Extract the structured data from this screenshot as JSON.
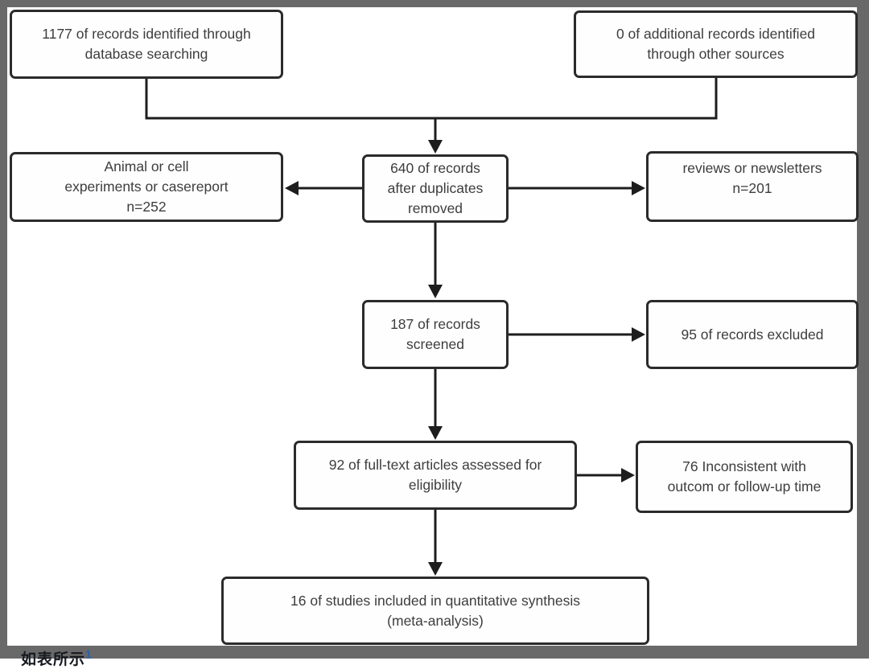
{
  "colors": {
    "frame_gray": "#696969",
    "canvas_white": "#ffffff",
    "box_border": "#2b2b2b",
    "box_text": "#3d3d3d",
    "arrow_black": "#1d1d1d",
    "footnote_ref_blue": "#2b5fa5"
  },
  "diagram": {
    "kind": "flowchart",
    "boxes": {
      "identified_db": {
        "text": "1177 of records identified through\ndatabase searching"
      },
      "identified_other": {
        "text": "0 of additional records identified\nthrough other sources"
      },
      "animal_excluded": {
        "text": "Animal or cell\nexperiments or casereport\nn=252"
      },
      "duplicates_removed": {
        "text": "640 of records\nafter duplicates\nremoved"
      },
      "reviews_excluded": {
        "text": "reviews or newsletters\nn=201"
      },
      "screened": {
        "text": "187 of records\nscreened"
      },
      "records_excluded": {
        "text": "95 of records excluded"
      },
      "fulltext_assessed": {
        "text": "92 of full-text articles assessed for\neligibility"
      },
      "inconsistent_excluded": {
        "text": "76 Inconsistent with\noutcom or follow-up time"
      },
      "included": {
        "text": "16 of studies included in quantitative synthesis\n(meta-analysis)"
      }
    },
    "edges": [
      {
        "from": "identified_db",
        "to": "duplicates_removed"
      },
      {
        "from": "identified_other",
        "to": "duplicates_removed"
      },
      {
        "from": "duplicates_removed",
        "to": "animal_excluded"
      },
      {
        "from": "duplicates_removed",
        "to": "reviews_excluded"
      },
      {
        "from": "duplicates_removed",
        "to": "screened"
      },
      {
        "from": "screened",
        "to": "records_excluded"
      },
      {
        "from": "screened",
        "to": "fulltext_assessed"
      },
      {
        "from": "fulltext_assessed",
        "to": "inconsistent_excluded"
      },
      {
        "from": "fulltext_assessed",
        "to": "included"
      }
    ]
  },
  "footnote": {
    "text": "如表所示",
    "ref": "1"
  }
}
